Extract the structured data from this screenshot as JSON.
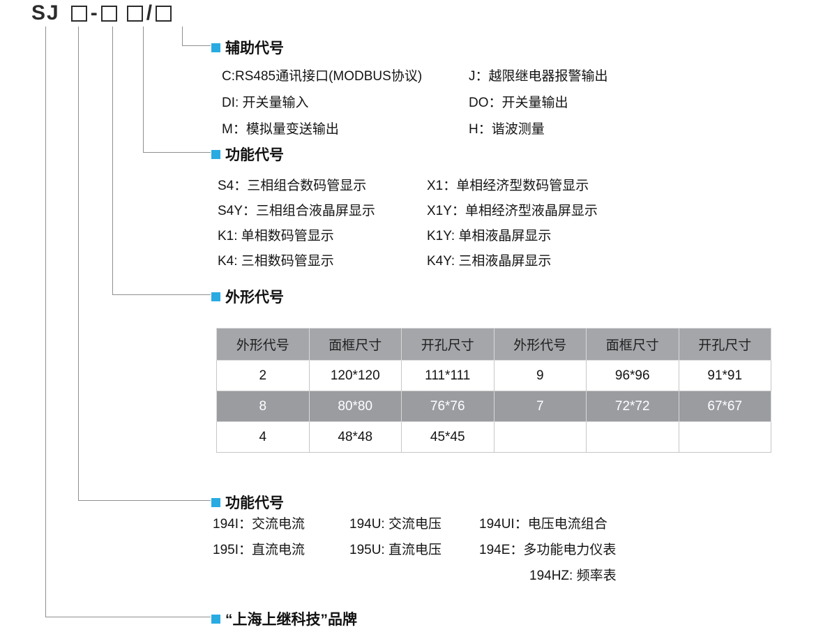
{
  "model": {
    "prefix": "SJ",
    "dash": "-",
    "slash": "/"
  },
  "sections": {
    "aux": {
      "title": "辅助代号",
      "rows": [
        {
          "left": "C:RS485通讯接口(MODBUS协议)",
          "right": "J：越限继电器报警输出"
        },
        {
          "left": "DI: 开关量输入",
          "right": "DO：开关量输出"
        },
        {
          "left": "M：模拟量变送输出",
          "right": "H：谐波测量"
        }
      ]
    },
    "func_display": {
      "title": "功能代号",
      "rows": [
        {
          "left": "S4：三相组合数码管显示",
          "right": "X1：单相经济型数码管显示"
        },
        {
          "left": "S4Y：三相组合液晶屏显示",
          "right": "X1Y：单相经济型液晶屏显示"
        },
        {
          "left": "K1: 单相数码管显示",
          "right": "K1Y: 单相液晶屏显示"
        },
        {
          "left": "K4: 三相数码管显示",
          "right": "K4Y: 三相液晶屏显示"
        }
      ]
    },
    "shape": {
      "title": "外形代号",
      "table": {
        "headers": [
          "外形代号",
          "面框尺寸",
          "开孔尺寸",
          "外形代号",
          "面框尺寸",
          "开孔尺寸"
        ],
        "rows": [
          [
            "2",
            "120*120",
            "111*111",
            "9",
            "96*96",
            "91*91"
          ],
          [
            "8",
            "80*80",
            "76*76",
            "7",
            "72*72",
            "67*67"
          ],
          [
            "4",
            "48*48",
            "45*45",
            "",
            "",
            ""
          ]
        ]
      }
    },
    "func_type": {
      "title": "功能代号",
      "rows": [
        {
          "c1": "194I：交流电流",
          "c2": "194U: 交流电压",
          "c3": "194UI：电压电流组合"
        },
        {
          "c1": "195I：直流电流",
          "c2": "195U: 直流电压",
          "c3": "194E：多功能电力仪表"
        },
        {
          "c1": "",
          "c2": "",
          "c3": "194HZ: 频率表"
        }
      ]
    },
    "brand": {
      "title": "“上海上继科技”品牌"
    }
  },
  "colors": {
    "accent": "#29abe2",
    "table_header_bg": "#a4a6a9",
    "table_dark_row_bg": "#9a9ca0",
    "connector_line": "#8f8f8f"
  }
}
